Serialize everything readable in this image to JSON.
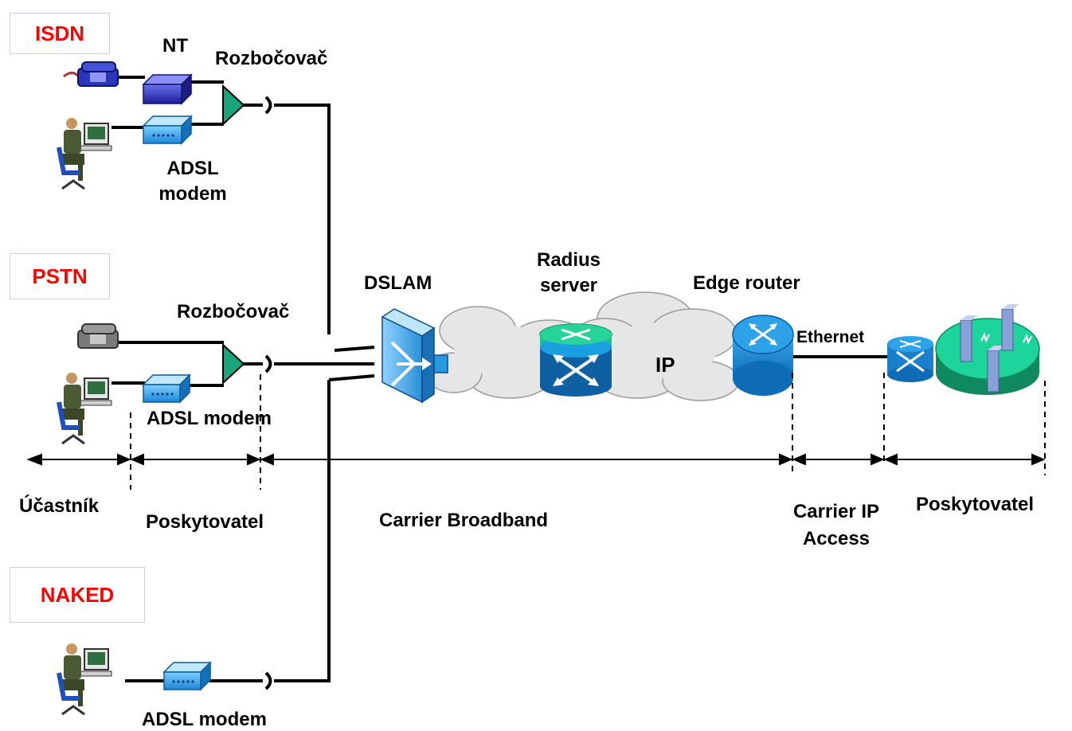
{
  "line_types": {
    "isdn": "ISDN",
    "pstn": "PSTN",
    "naked": "NAKED"
  },
  "devices": {
    "nt": "NT",
    "splitter_top": "Rozbočovač",
    "splitter_mid": "Rozbočovač",
    "adsl_modem_top": "ADSL\nmodem",
    "adsl_modem_mid": "ADSL modem",
    "adsl_modem_bottom": "ADSL modem",
    "dslam": "DSLAM",
    "radius_server": "Radius\nserver",
    "ip_cloud": "IP",
    "edge_router": "Edge router",
    "ethernet": "Ethernet"
  },
  "segments": {
    "subscriber": "Účastník",
    "provider_left": "Poskytovatel",
    "carrier_broadband": "Carrier Broadband",
    "carrier_ip_access": "Carrier IP\nAccess",
    "provider_right": "Poskytovatel"
  },
  "colors": {
    "label_red": "#ff0000",
    "box_border": "#c9cdea",
    "modem_blue": "#3aa0e6",
    "nt_blue": "#2a2fb0",
    "splitter_green": "#1aa37a",
    "router_blue": "#1b8fd4",
    "server_green": "#19c48c",
    "cloud_grey": "#e6e6e6"
  }
}
